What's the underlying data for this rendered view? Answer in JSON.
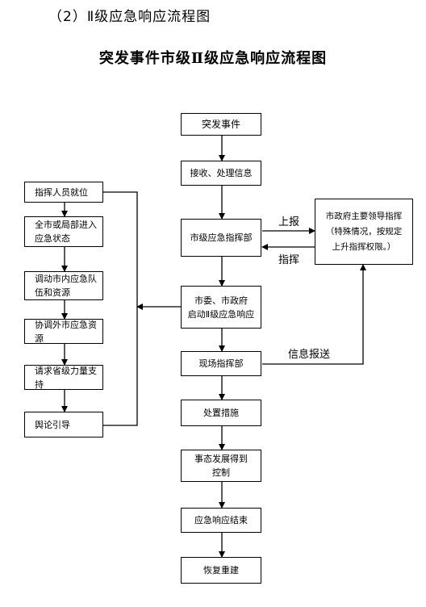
{
  "heading": "（2）Ⅱ级应急响应流程图",
  "title": "突发事件市级Ⅱ级应急响应流程图",
  "main_flow": {
    "event": "突发事件",
    "receive": "接收、处理信息",
    "command": "市级应急指挥部",
    "launch_line1": "市委、市政府",
    "launch_line2": "启动Ⅱ级应急响应",
    "field": "现场指挥部",
    "measures": "处置措施",
    "controlled_line1": "事态发展得到",
    "controlled_line2": "控制",
    "end": "应急响应结束",
    "recover": "恢复重建"
  },
  "side_flow": {
    "staff": "指挥人员就位",
    "emergency_state_line1": "全市或局部进入",
    "emergency_state_line2": "应急状态",
    "deploy_line1": "调动市内应急队",
    "deploy_line2": "伍和资源",
    "coordinate": "协调外市应急资源",
    "request": "请求省级力量支持",
    "media": "舆论引导"
  },
  "leader": {
    "line1": "市政府主要领导指挥",
    "line2": "（特殊情况，按规定",
    "line3": "上升指挥权限。）"
  },
  "labels": {
    "report": "上报",
    "direct": "指挥",
    "info_report": "信息报送"
  }
}
